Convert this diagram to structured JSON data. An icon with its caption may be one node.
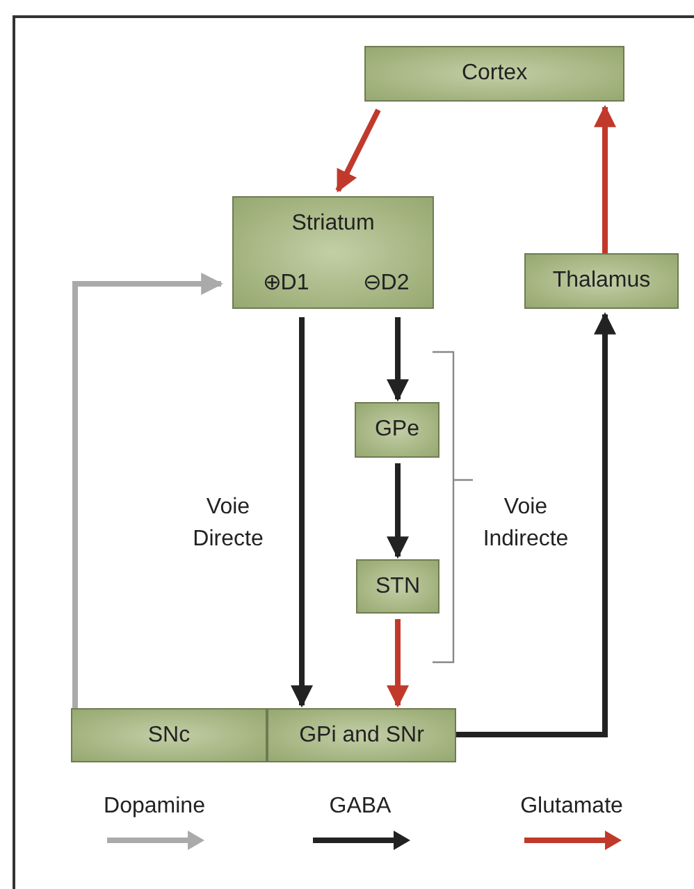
{
  "diagram": {
    "nodes": [
      {
        "text": [
          "Cortex"
        ]
      },
      {
        "text": [
          "Striatum"
        ]
      },
      {
        "text": [
          "⊕D1"
        ],
        "in": 1
      },
      {
        "text": [
          "⊖D2"
        ],
        "in": 1
      },
      {
        "text": [
          "Thalamus"
        ]
      },
      {
        "text": [
          "GPe"
        ]
      },
      {
        "text": [
          "STN"
        ]
      },
      {
        "text": [
          "SNc"
        ]
      },
      {
        "text": [
          "GPi and SNr"
        ]
      }
    ],
    "edges": [
      {
        "from": 0,
        "to": 1,
        "arrow": "to",
        "color": "#c0392b"
      },
      {
        "from": 4,
        "to": 0,
        "arrow": "to",
        "color": "#c0392b"
      },
      {
        "from": 2,
        "to": 8,
        "arrow": "to"
      },
      {
        "from": 3,
        "to": 5,
        "arrow": "to"
      },
      {
        "from": 5,
        "to": 6,
        "arrow": "to"
      },
      {
        "from": 6,
        "to": 8,
        "arrow": "to",
        "color": "#c0392b"
      },
      {
        "from": 8,
        "to": 4,
        "arrow": "to"
      },
      {
        "from": 7,
        "to": 1,
        "arrow": "to",
        "color": "#aaaaaa"
      }
    ],
    "labels": [
      "Voie Directe",
      "Voie Indirecte"
    ],
    "legend": [
      {
        "text": "Dopamine",
        "color": "#aaaaaa"
      },
      {
        "text": "GABA",
        "color": "#222222"
      },
      {
        "text": "Glutamate",
        "color": "#c0392b"
      }
    ]
  }
}
